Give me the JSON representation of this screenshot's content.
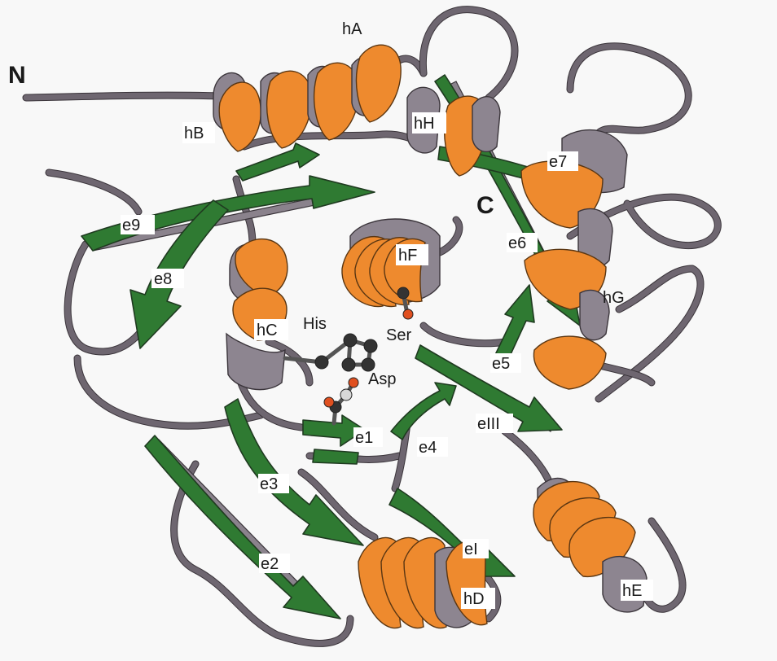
{
  "labels": {
    "n_terminus": "N",
    "c_terminus": "C",
    "helices": [
      "hA",
      "hB",
      "hC",
      "hD",
      "hE",
      "hF",
      "hG",
      "hH"
    ],
    "strands": [
      "e1",
      "e2",
      "e3",
      "e4",
      "e5",
      "e6",
      "e7",
      "e8",
      "e9",
      "eI",
      "eIII"
    ],
    "residues": [
      "His",
      "Ser",
      "Asp"
    ]
  },
  "colors": {
    "helix": "#ee8a2e",
    "strand": "#2f7a32",
    "coil": "#6e6670",
    "background": "#f8f8f8"
  }
}
